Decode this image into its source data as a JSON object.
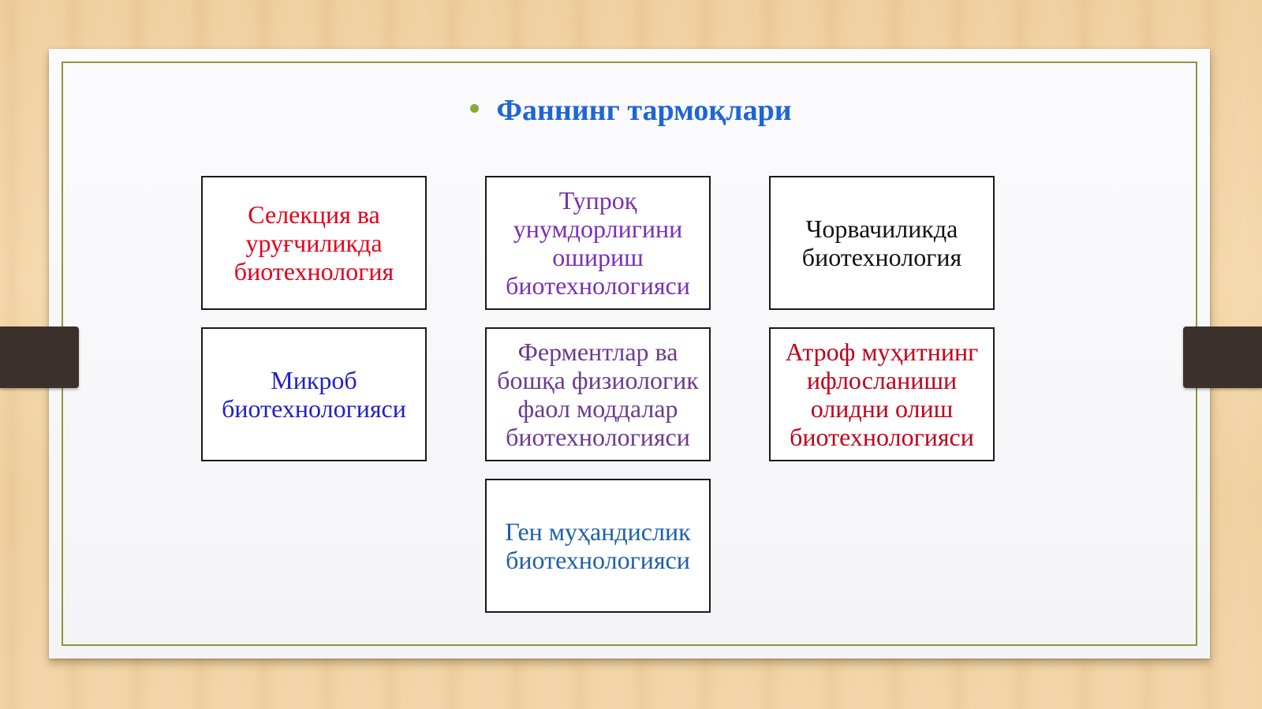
{
  "title": "Фаннинг тармоқлари",
  "colors": {
    "title": "#1f64d8",
    "bullet": "#8aa83a",
    "frame": "#8a9a3c"
  },
  "boxes": [
    {
      "text": "Селекция ва уруғчиликда биотехнология",
      "color": "#e3001b"
    },
    {
      "text": "Тупроқ унумдорлигини ошириш биотехнологияси",
      "color": "#7a2fb5"
    },
    {
      "text": "Чорвачиликда биотехнология",
      "color": "#111111"
    },
    {
      "text": "Микроб биотехнологияси",
      "color": "#1f1fc8"
    },
    {
      "text": "Ферментлар ва бошқа физиологик фаол моддалар биотехнологияси",
      "color": "#6b3a8f"
    },
    {
      "text": "Атроф муҳитнинг ифлосланиши олидни олиш биотехнологияси",
      "color": "#c0001a"
    },
    {
      "text": "Ген муҳандислик биотехнологияси",
      "color": "#1e5fa8"
    }
  ]
}
